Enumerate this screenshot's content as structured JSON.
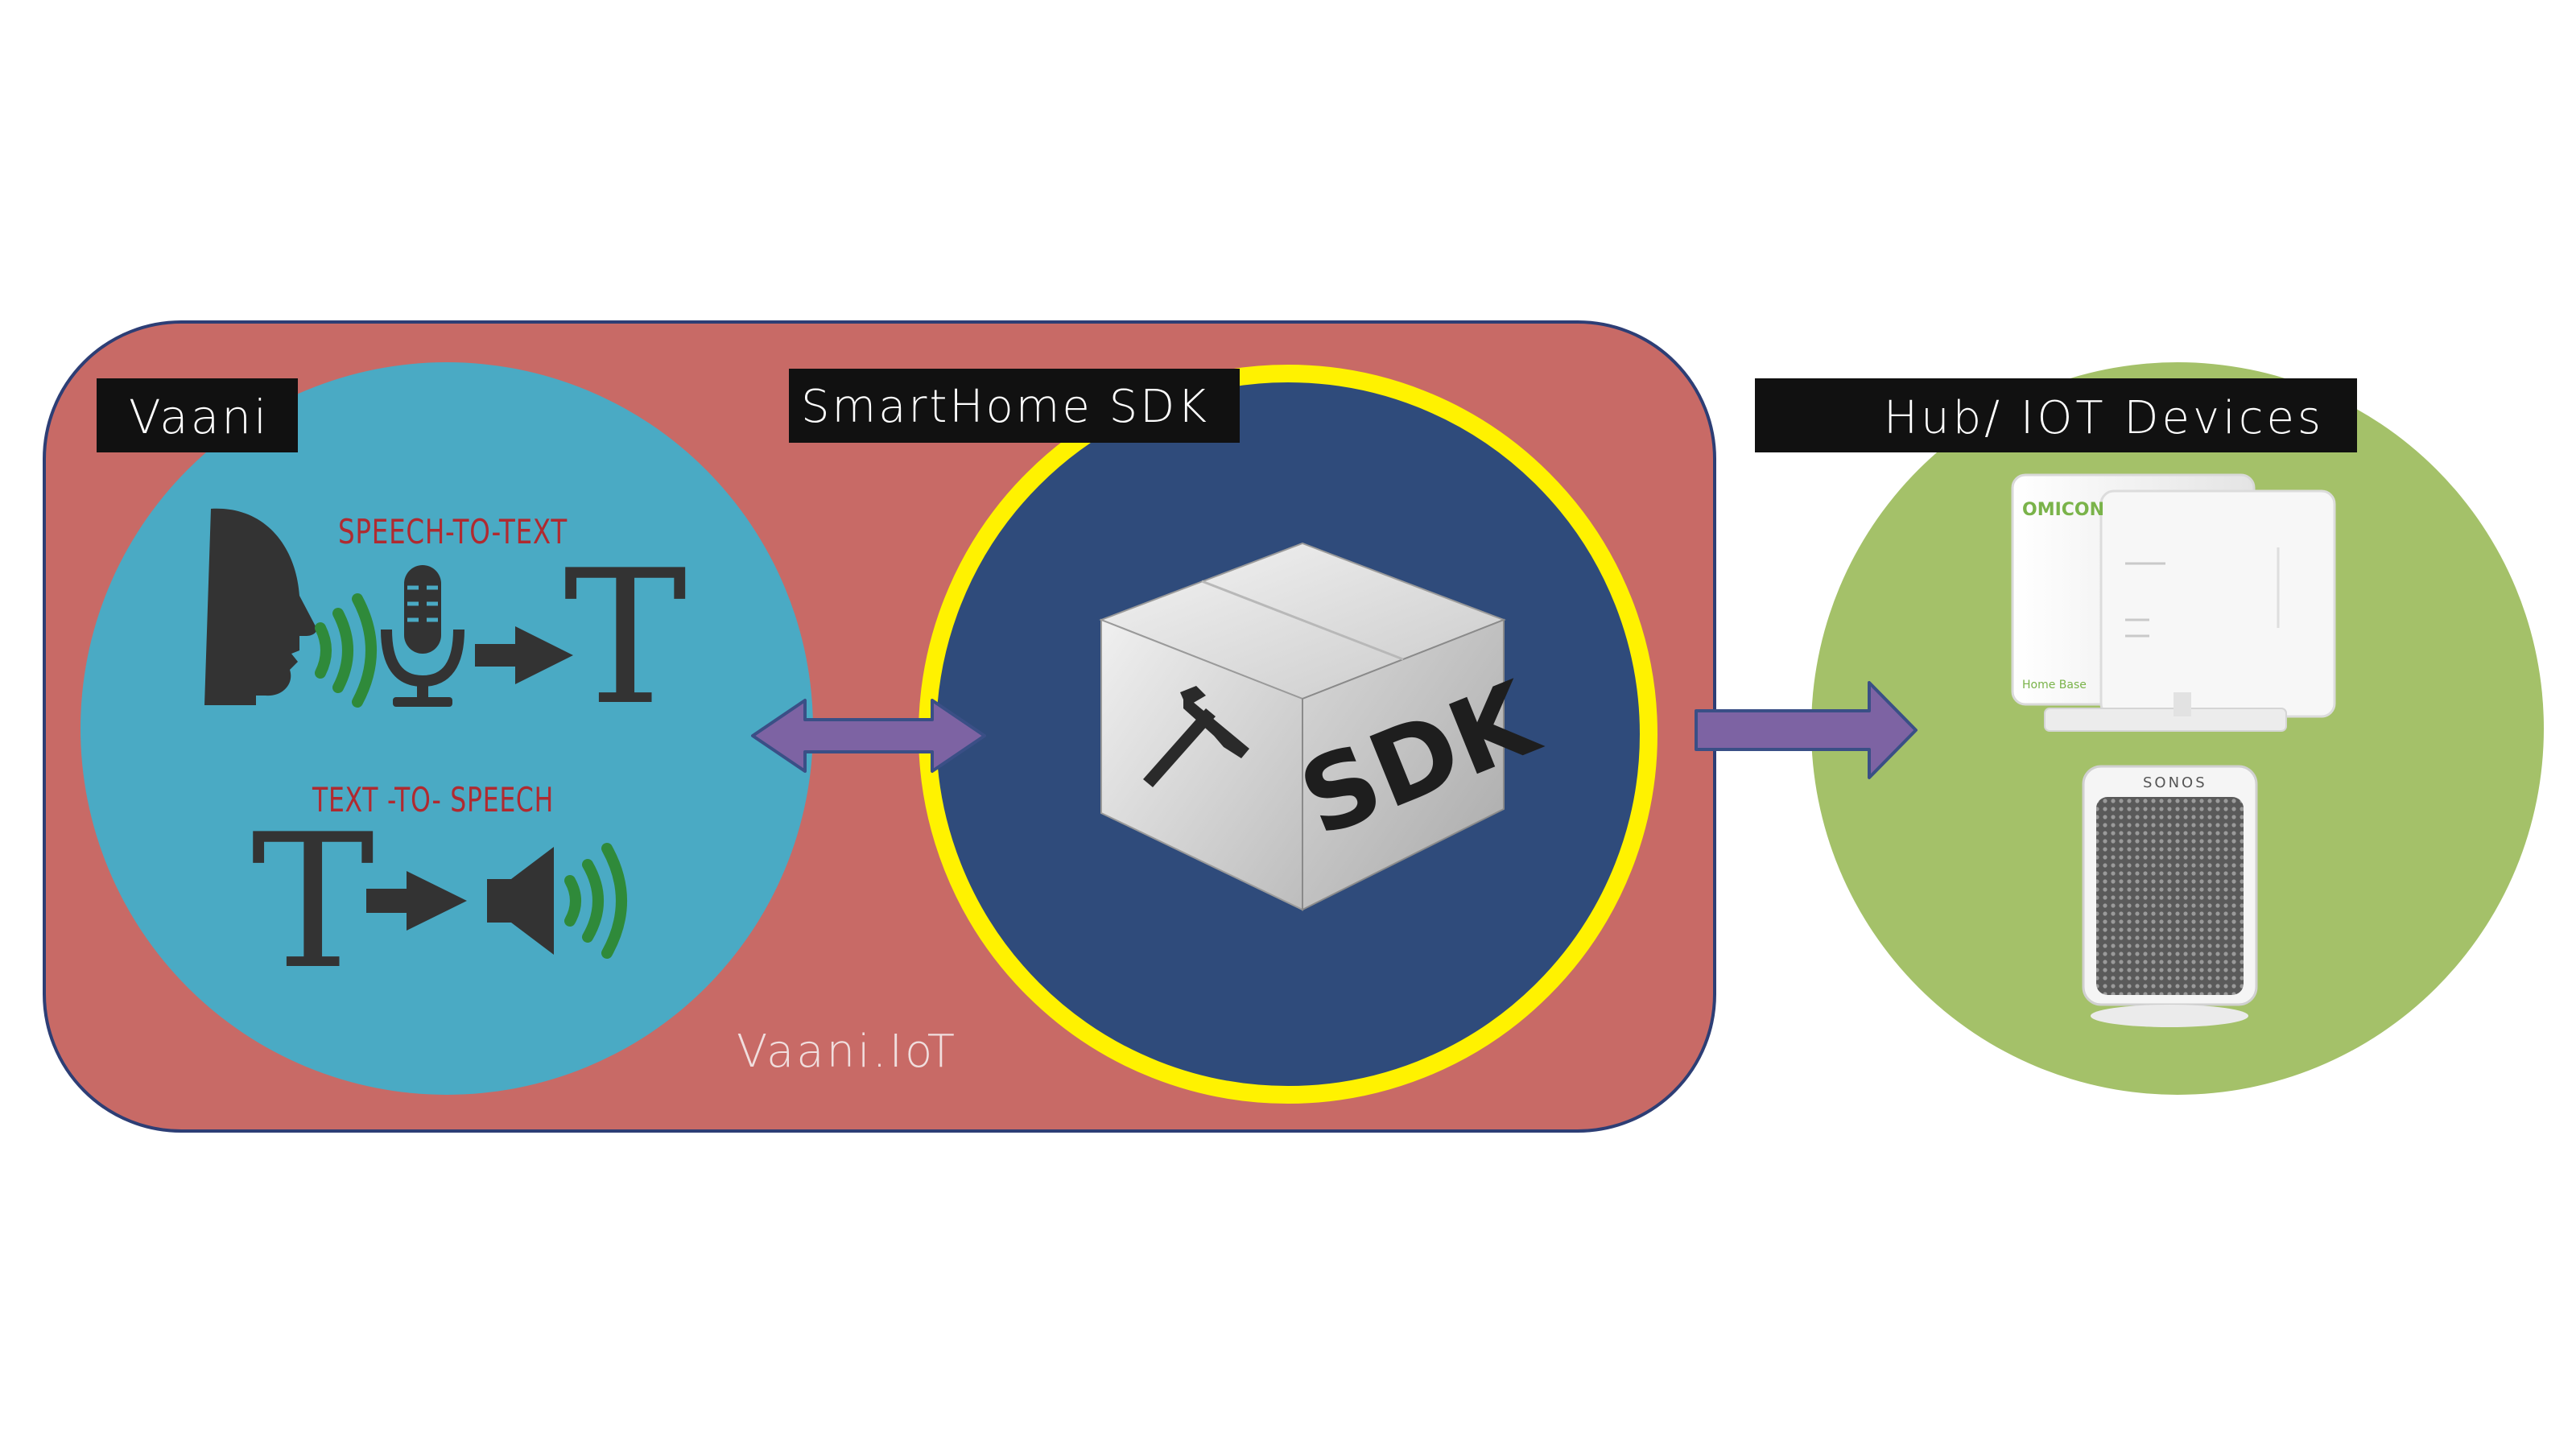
{
  "labels": {
    "vaani": "Vaani",
    "sdk_title": "SmartHome SDK",
    "hub_title": "Hub/ IOT Devices",
    "speech_to_text": "SPEECH-TO-TEXT",
    "text_to_speech": "TEXT -TO- SPEECH",
    "vaani_iot": "Vaani.IoT",
    "letter_t": "T",
    "sdk_box_text": "SDK",
    "hub_brand": "OMICON",
    "hub_caption": "Home Base",
    "speaker_brand": "SONOS"
  },
  "colors": {
    "outer_panel": "#c86a66",
    "outer_border": "#2d3e75",
    "vaani_circle": "#4aaac4",
    "sdk_circle": "#2f4b7b",
    "sdk_ring": "#fff200",
    "hub_circle": "#a4c169",
    "arrow_fill": "#7d63a3",
    "arrow_stroke": "#3a4f86",
    "label_bg": "#111111",
    "label_text": "#ffffff",
    "speech_text": "#b02a30",
    "wave_green": "#2f8a3a",
    "icon_dark": "#333333"
  },
  "icons": [
    "speaking-head-icon",
    "microphone-icon",
    "speaker-icon",
    "hammer-icon",
    "sdk-box-icon",
    "hub-device-icon",
    "sonos-speaker-icon"
  ]
}
